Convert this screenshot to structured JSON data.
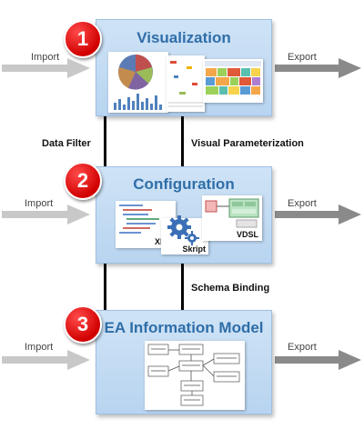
{
  "layers": [
    {
      "number": "1",
      "title": "Visualization"
    },
    {
      "number": "2",
      "title": "Configuration"
    },
    {
      "number": "3",
      "title": "EA Information Model"
    }
  ],
  "flows": {
    "import_label": "Import",
    "export_label": "Export"
  },
  "connector_labels": {
    "data_filter": "Data Filter",
    "visual_parameterization": "Visual Parameterization",
    "schema_binding": "Schema Binding"
  },
  "config_items": {
    "xml": "XML",
    "skript": "Skript",
    "vdsl": "VDSL"
  },
  "colors": {
    "layer_fill": "#c4dcf3",
    "title_text": "#2f6ea8",
    "badge": "#d10000",
    "import_arrow": "#c8c8c8",
    "export_arrow": "#8a8a8a"
  }
}
